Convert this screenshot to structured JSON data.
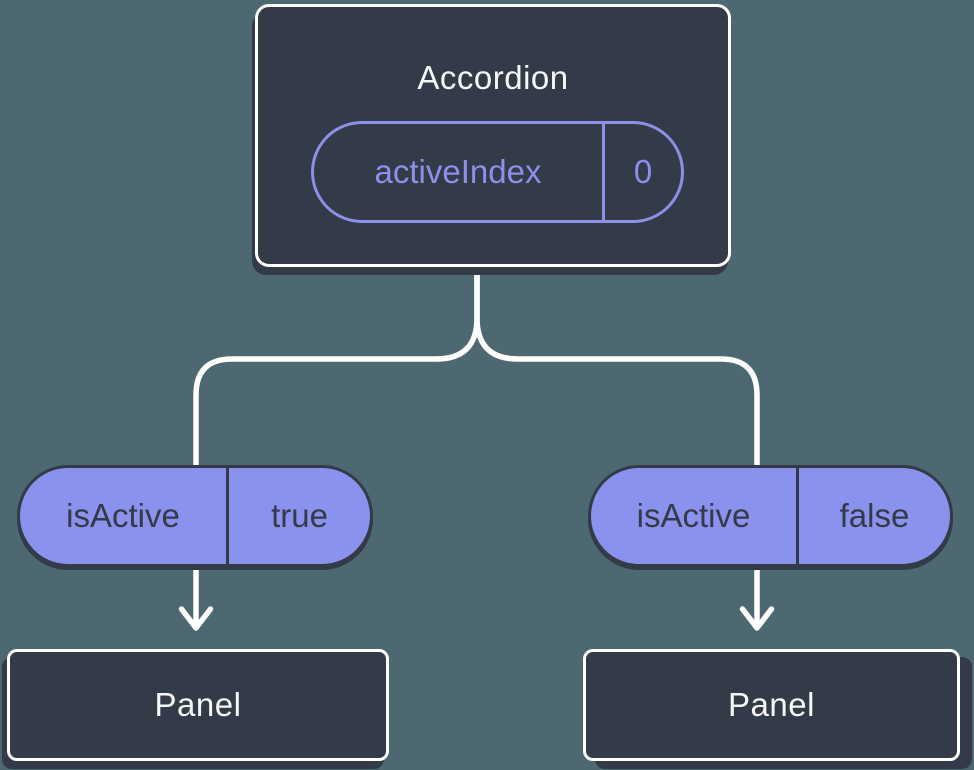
{
  "diagram": {
    "type": "react-component-tree",
    "root": {
      "label": "Accordion",
      "prop": {
        "name": "activeIndex",
        "value": "0"
      }
    },
    "children": [
      {
        "label": "Panel",
        "prop": {
          "name": "isActive",
          "value": "true"
        }
      },
      {
        "label": "Panel",
        "prop": {
          "name": "isActive",
          "value": "false"
        }
      }
    ]
  },
  "colors": {
    "background": "#4d6871",
    "card_fill": "#333a48",
    "card_border": "#ffffff",
    "card_text": "#f6f7f9",
    "prop_outline_accent": "#8b90ea",
    "prop_pill_fill": "#8b92ee",
    "prop_pill_text": "#333a48",
    "connector": "#ffffff"
  }
}
